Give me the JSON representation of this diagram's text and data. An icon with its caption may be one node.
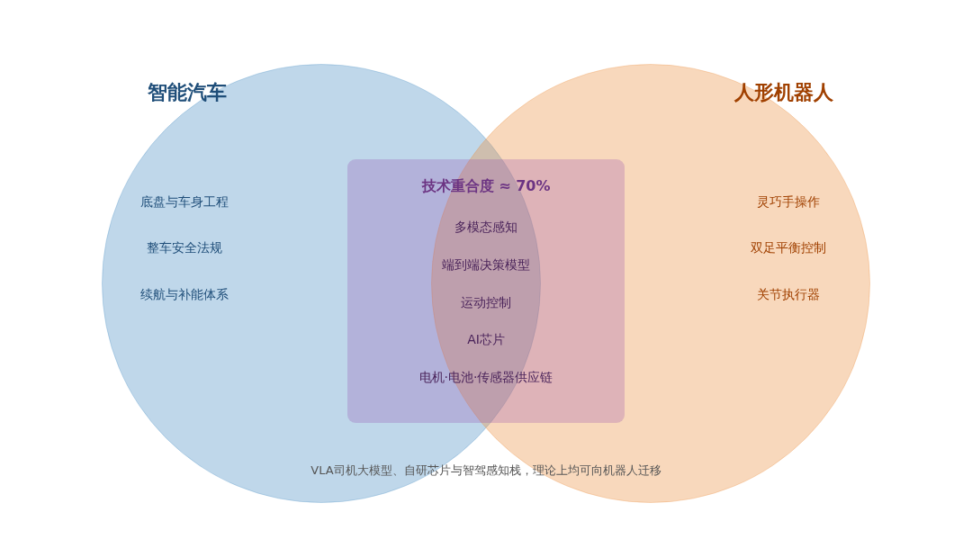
{
  "diagram": {
    "caption": "VLA司机大模型、自研芯片与智驾感知栈，理论上均可向机器人迁移",
    "nodes": [
      {
        "text": [
          "智能汽车",
          "底盘与车身工程",
          "整车安全法规",
          "续航与补能体系"
        ]
      },
      {
        "text": [
          "人形机器人",
          "灵巧手操作",
          "双足平衡控制",
          "关节执行器"
        ]
      },
      {
        "text": [
          "技术重合度 ≈ 70%",
          "多模态感知",
          "端到端决策模型",
          "运动控制",
          "AI芯片",
          "电机·电池·传感器供应链"
        ]
      }
    ]
  }
}
